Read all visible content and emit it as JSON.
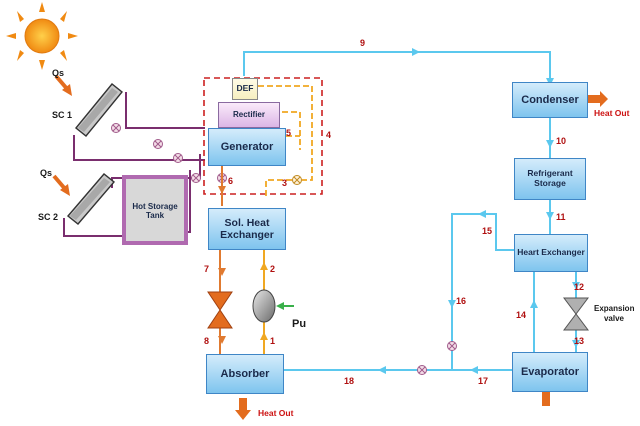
{
  "components": {
    "generator": "Generator",
    "rectifier": "Rectifier",
    "def": "DEF",
    "sol_heat_exchanger": "Sol. Heat Exchanger",
    "absorber": "Absorber",
    "condenser": "Condenser",
    "refrigerant_storage": "Refrigerant Storage",
    "heart_exchanger": "Heart Exchanger",
    "evaporator": "Evaporator",
    "hot_storage_tank": "Hot Storage Tank",
    "expansion_valve": "Expansion valve"
  },
  "labels": {
    "qs1": "Qs",
    "qs2": "Qs",
    "sc1": "SC 1",
    "sc2": "SC 2",
    "pu": "Pu",
    "heat_out_condenser": "Heat Out",
    "heat_out_absorber": "Heat Out"
  },
  "streams": [
    "1",
    "2",
    "3",
    "4",
    "5",
    "6",
    "7",
    "8",
    "9",
    "10",
    "11",
    "12",
    "13",
    "14",
    "15",
    "16",
    "17",
    "18"
  ],
  "colors": {
    "refrigerant_line": "#5bc8ee",
    "weak_solution": "#e8a020",
    "strong_solution": "#e07a30",
    "solar_loop": "#7a2e6e",
    "box_fill": "#7ec4ee",
    "tank_border": "#b06ab0",
    "stream_numbers": "#b01010",
    "heat_arrow": "#e36c1e"
  }
}
